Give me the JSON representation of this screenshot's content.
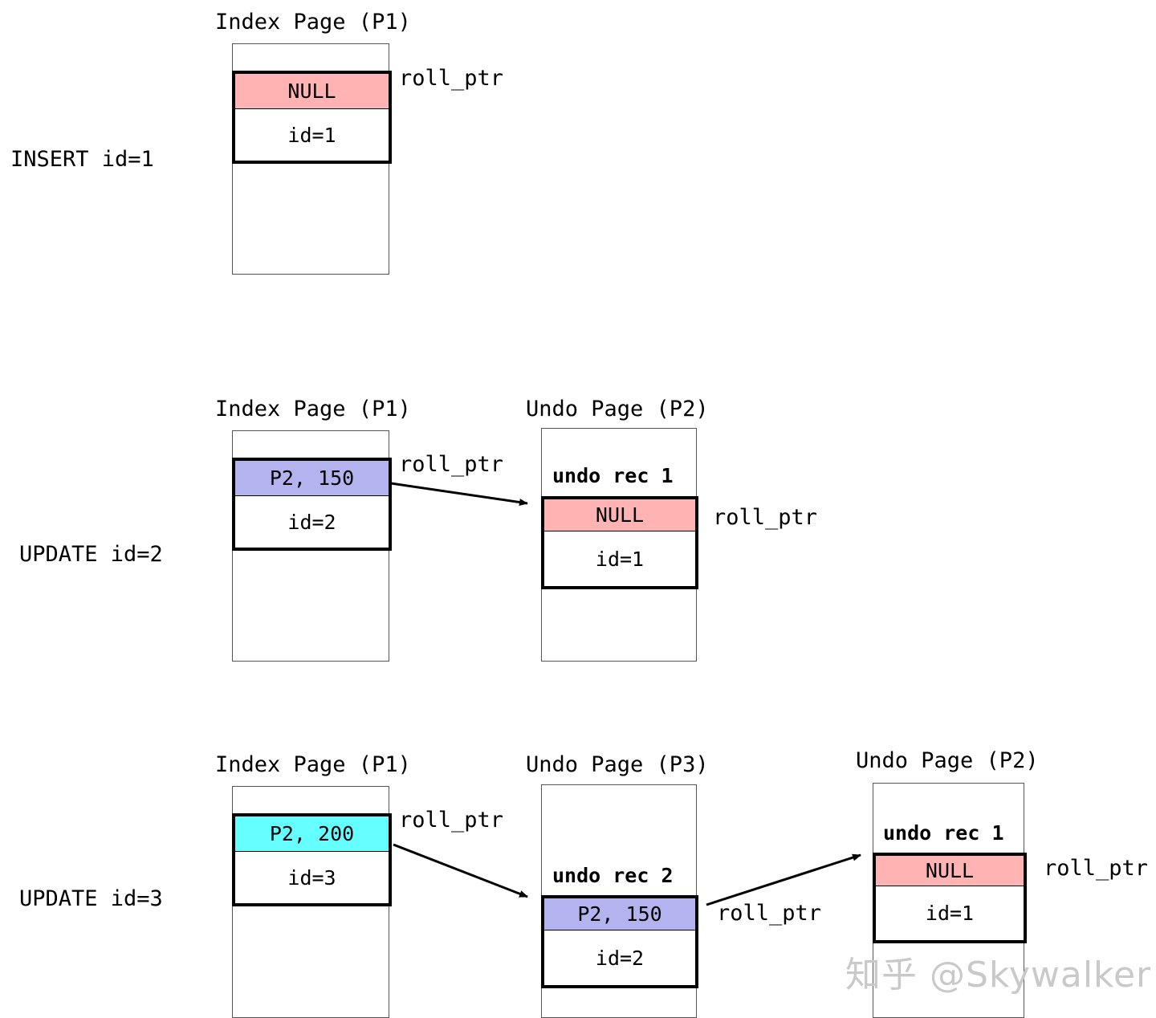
{
  "diagram": {
    "title_hidden": "InnoDB roll_ptr / undo record chain",
    "colors": {
      "null_ptr_fill": "#ffb3b3",
      "undo_ptr_fill": "#b3b3f0",
      "latest_ptr_fill": "#66ffff",
      "page_border": "#555555",
      "record_border": "#000000",
      "watermark": "#c9c9c9"
    }
  },
  "steps": [
    {
      "label": "INSERT id=1",
      "pages": [
        {
          "title": "Index Page (P1)",
          "caption": null,
          "record": {
            "ptr": "NULL",
            "ptr_fill": "null",
            "value": "id=1"
          },
          "ptr_label": "roll_ptr"
        }
      ]
    },
    {
      "label": "UPDATE id=2",
      "pages": [
        {
          "title": "Index Page (P1)",
          "caption": null,
          "record": {
            "ptr": "P2, 150",
            "ptr_fill": "undo",
            "value": "id=2"
          },
          "ptr_label": "roll_ptr"
        },
        {
          "title": "Undo Page (P2)",
          "caption": "undo rec 1",
          "record": {
            "ptr": "NULL",
            "ptr_fill": "null",
            "value": "id=1"
          },
          "ptr_label": "roll_ptr"
        }
      ]
    },
    {
      "label": "UPDATE id=3",
      "pages": [
        {
          "title": "Index Page (P1)",
          "caption": null,
          "record": {
            "ptr": "P2, 200",
            "ptr_fill": "latest",
            "value": "id=3"
          },
          "ptr_label": "roll_ptr"
        },
        {
          "title": "Undo Page (P3)",
          "caption": "undo rec 2",
          "record": {
            "ptr": "P2, 150",
            "ptr_fill": "undo",
            "value": "id=2"
          },
          "ptr_label": "roll_ptr"
        },
        {
          "title": "Undo Page (P2)",
          "caption": "undo rec 1",
          "record": {
            "ptr": "NULL",
            "ptr_fill": "null",
            "value": "id=1"
          },
          "ptr_label": "roll_ptr"
        }
      ]
    }
  ],
  "watermark": "知乎 @Skywalker"
}
